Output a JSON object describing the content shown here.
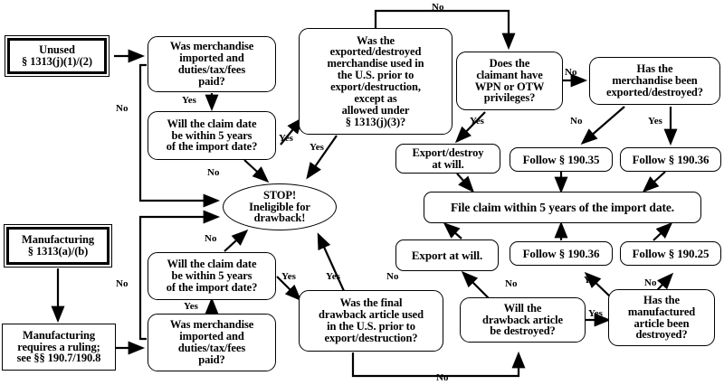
{
  "diagram": {
    "title": "Drawback eligibility flowchart",
    "stroke_color": "#000000",
    "background_color": "#ffffff"
  },
  "nodes": {
    "unused_start": "Unused\n§ 1313(j)(1)/(2)",
    "unused_start_line1": "Unused",
    "unused_start_line2": "§ 1313(j)(1)/(2)",
    "q_imported_top_l1": "Was merchandise",
    "q_imported_top_l2": "imported and",
    "q_imported_top_l3": "duties/tax/fees",
    "q_imported_top_l4": "paid?",
    "q_claimdate_top_l1": "Will the claim date",
    "q_claimdate_top_l2": "be within 5 years",
    "q_claimdate_top_l3": "of the import date?",
    "q_exported_used_l1": "Was the",
    "q_exported_used_l2": "exported/destroyed",
    "q_exported_used_l3": "merchandise used in",
    "q_exported_used_l4": "the U.S. prior to",
    "q_exported_used_l5": "export/destruction,",
    "q_exported_used_l6": "except as",
    "q_exported_used_l7": "allowed under",
    "q_exported_used_l8": "§ 1313(j)(3)?",
    "stop_l1": "STOP!",
    "stop_l2": "Ineligible for",
    "stop_l3": "drawback!",
    "q_privileges_l1": "Does the",
    "q_privileges_l2": "claimant have",
    "q_privileges_l3": "WPN or OTW",
    "q_privileges_l4": "privileges?",
    "q_merch_exported_l1": "Has the",
    "q_merch_exported_l2": "merchandise been",
    "q_merch_exported_l3": "exported/destroyed?",
    "export_destroy_l1": "Export/destroy",
    "export_destroy_l2": "at will.",
    "follow_19035": "Follow § 190.35",
    "follow_19036_top": "Follow § 190.36",
    "file_claim": "File claim within 5 years of the import date.",
    "export_at_will": "Export at will.",
    "follow_19036_bottom": "Follow § 190.36",
    "follow_19025": "Follow § 190.25",
    "manufacturing_start_l1": "Manufacturing",
    "manufacturing_start_l2": "§ 1313(a)/(b)",
    "manufacturing_ruling_l1": "Manufacturing",
    "manufacturing_ruling_l2": "requires a ruling;",
    "manufacturing_ruling_l3": "see §§ 190.7/190.8",
    "q_claimdate_bottom_l1": "Will the claim date",
    "q_claimdate_bottom_l2": "be within 5 years",
    "q_claimdate_bottom_l3": "of the import date?",
    "q_imported_bottom_l1": "Was merchandise",
    "q_imported_bottom_l2": "imported and",
    "q_imported_bottom_l3": "duties/tax/fees",
    "q_imported_bottom_l4": "paid?",
    "q_final_article_l1": "Was the final",
    "q_final_article_l2": "drawback article used",
    "q_final_article_l3": "in the U.S. prior to",
    "q_final_article_l4": "export/destruction?",
    "q_will_destroyed_l1": "Will the",
    "q_will_destroyed_l2": "drawback article",
    "q_will_destroyed_l3": "be destroyed?",
    "q_has_destroyed_l1": "Has the",
    "q_has_destroyed_l2": "manufactured",
    "q_has_destroyed_l3": "article been",
    "q_has_destroyed_l4": "destroyed?"
  },
  "edge_labels": {
    "no_top_long": "No",
    "yes_imported_top": "Yes",
    "no_unused_branch": "No",
    "yes_claimdate_top_right": "Yes",
    "no_claimdate_top": "No",
    "yes_exported_used": "Yes",
    "yes_privileges": "Yes",
    "no_privileges": "No",
    "no_merch_exported": "No",
    "yes_merch_exported": "Yes",
    "no_manufacturing_branch": "No",
    "no_claimdate_bottom": "No",
    "yes_imported_bottom": "Yes",
    "yes_claimdate_bottom": "Yes",
    "yes_final_article": "Yes",
    "no_final_article_loop": "No",
    "no_will_destroyed": "No",
    "yes_will_destroyed": "Yes",
    "yes_has_destroyed": "Yes",
    "no_has_destroyed": "No",
    "no_export_at_will": "No"
  }
}
